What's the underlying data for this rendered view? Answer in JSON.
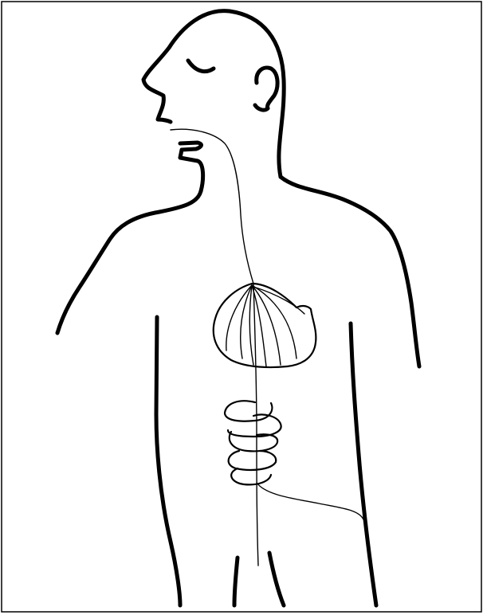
{
  "colors": {
    "ink": "#000000",
    "background": "#ffffff"
  },
  "figure": {
    "subject": "human-figure-with-vagus-nerve",
    "parts": [
      "head",
      "eye",
      "ear",
      "nose",
      "mouth",
      "neck",
      "shoulders",
      "arms",
      "torso",
      "stomach",
      "intestines",
      "vagus-nerve",
      "legs"
    ]
  }
}
